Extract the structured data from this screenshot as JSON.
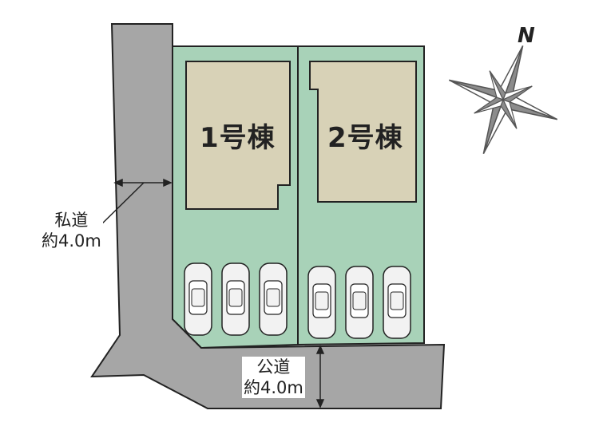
{
  "lots": [
    {
      "id": "lot-1",
      "label": "1号棟",
      "parking_spaces": 3
    },
    {
      "id": "lot-2",
      "label": "2号棟",
      "parking_spaces": 3
    }
  ],
  "roads": {
    "private_road": {
      "name": "私道",
      "width": "約4.0m"
    },
    "public_road": {
      "name": "公道",
      "width": "約4.0m"
    }
  },
  "compass": {
    "north_label": "N"
  },
  "colors": {
    "road": "#a6a6a6",
    "lot": "#a8d2b8",
    "building": "#d8d2b7",
    "car": "#f2f2f2",
    "outline": "#222222"
  }
}
